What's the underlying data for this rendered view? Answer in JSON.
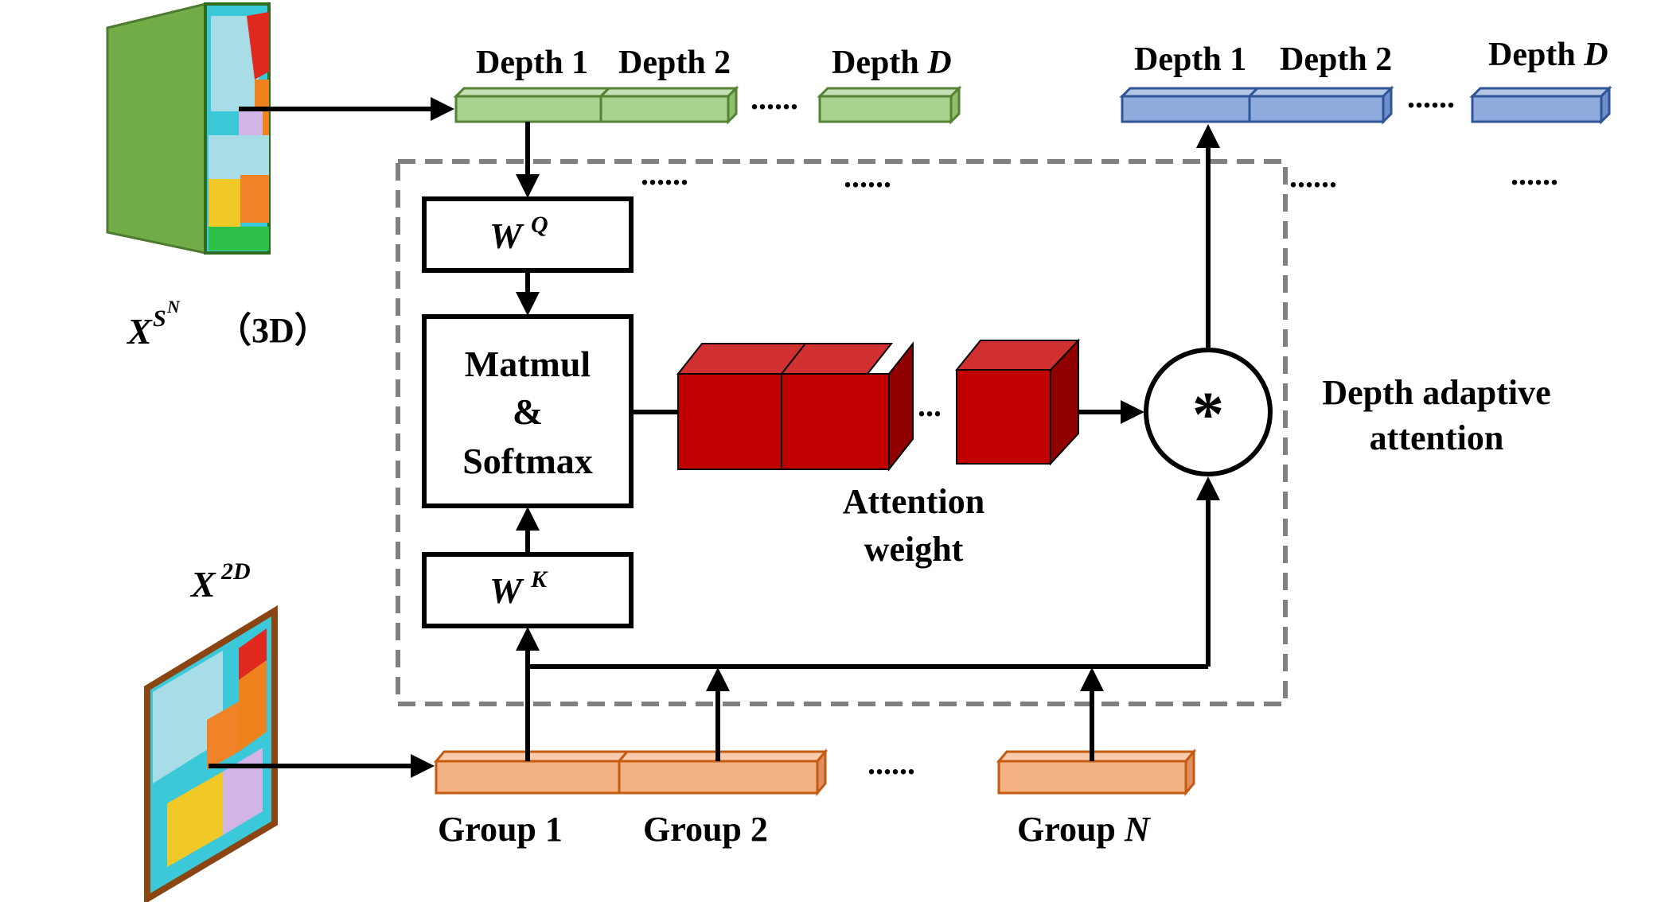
{
  "input_3d": {
    "label_base": "X",
    "label_sup": "S",
    "label_supsup": "N",
    "label_suffix": "（3D）"
  },
  "input_2d": {
    "label_base": "X",
    "label_sup": "2D"
  },
  "depth_tokens_input": {
    "depth1": "Depth 1",
    "depth2": "Depth 2",
    "depthD_prefix": "Depth ",
    "depthD_var": "D"
  },
  "depth_tokens_output": {
    "depth1": "Depth 1",
    "depth2": "Depth 2",
    "depthD_prefix": "Depth ",
    "depthD_var": "D"
  },
  "ellipsis_long": "......",
  "ellipsis_short": "...",
  "wq": {
    "base": "W",
    "sup": "Q"
  },
  "wk": {
    "base": "W",
    "sup": "K"
  },
  "matmul": {
    "line1": "Matmul",
    "line2": "&",
    "line3": "Softmax"
  },
  "attention_weight": {
    "line1": "Attention",
    "line2": "weight"
  },
  "operator": "*",
  "module_label": {
    "line1": "Depth adaptive",
    "line2": "attention"
  },
  "groups": {
    "group1": "Group 1",
    "group2": "Group 2",
    "groupN_prefix": "Group ",
    "groupN_var": "N"
  },
  "colors": {
    "green_face": "#a9d18e",
    "green_stroke": "#548235",
    "blue_face": "#8faadc",
    "blue_stroke": "#2f5597",
    "orange_face": "#f4b183",
    "orange_stroke": "#c55a11",
    "red_front": "#c00000",
    "red_top": "#d03030",
    "red_side": "#900000",
    "slab_green": "#70ad47",
    "dashed_box": "#808080"
  }
}
